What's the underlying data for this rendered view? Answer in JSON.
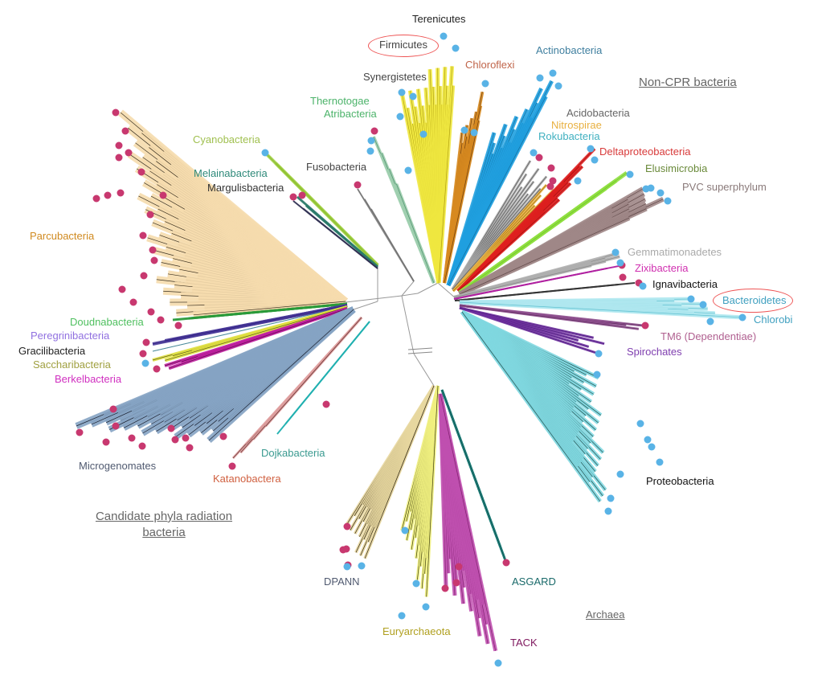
{
  "colors": {
    "cpr_dot": "#c8386f",
    "noncpr_dot": "#59b3e6",
    "backbone": "#999999"
  },
  "section_titles": {
    "non_cpr": "Non-CPR bacteria",
    "cpr": "Candidate phyla radiation bacteria",
    "archaea": "Archaea"
  },
  "labels": [
    {
      "text": "Terenicutes",
      "color": "#222222"
    },
    {
      "text": "Firmicutes",
      "color": "#444444"
    },
    {
      "text": "Chloroflexi",
      "color": "#c0654a"
    },
    {
      "text": "Actinobacteria",
      "color": "#3f7f9f"
    },
    {
      "text": "Synergistetes",
      "color": "#444444"
    },
    {
      "text": "Thernotogae",
      "color": "#4cb36a"
    },
    {
      "text": "Atribacteria",
      "color": "#4cb36a"
    },
    {
      "text": "Acidobacteria",
      "color": "#666666"
    },
    {
      "text": "Nitrospirae",
      "color": "#e8b040"
    },
    {
      "text": "Rokubacteria",
      "color": "#40b0c0"
    },
    {
      "text": "Cyanobacteria",
      "color": "#a0c050"
    },
    {
      "text": "Deltaproteobacteria",
      "color": "#d83a3a"
    },
    {
      "text": "Fusobacteria",
      "color": "#444444"
    },
    {
      "text": "Elusimicrobia",
      "color": "#6a8a3a"
    },
    {
      "text": "Melainabacteria",
      "color": "#2f8a7a"
    },
    {
      "text": "Margulisbacteria",
      "color": "#333333"
    },
    {
      "text": "PVC superphylum",
      "color": "#8a7a7a"
    },
    {
      "text": "Parcubacteria",
      "color": "#d08a20"
    },
    {
      "text": "Gemmatimonadetes",
      "color": "#aaaaaa"
    },
    {
      "text": "Zixibacteria",
      "color": "#d030b0"
    },
    {
      "text": "Ignavibacteria",
      "color": "#111111"
    },
    {
      "text": "Bacteroidetes",
      "color": "#40a0c0"
    },
    {
      "text": "Chlorobi",
      "color": "#40a0c0"
    },
    {
      "text": "Doudnabacteria",
      "color": "#50c060"
    },
    {
      "text": "TM6 (Dependentiae)",
      "color": "#b06090"
    },
    {
      "text": "Peregrinibacteria",
      "color": "#9070e0"
    },
    {
      "text": "Gracilibacteria",
      "color": "#222222"
    },
    {
      "text": "Spirochates",
      "color": "#8040b0"
    },
    {
      "text": "Saccharibacteria",
      "color": "#a0a040"
    },
    {
      "text": "Berkelbacteria",
      "color": "#d030c0"
    },
    {
      "text": "Dojkabacteria",
      "color": "#3a9a90"
    },
    {
      "text": "Microgenomates",
      "color": "#505a70"
    },
    {
      "text": "Katanobactera",
      "color": "#d06040"
    },
    {
      "text": "Proteobacteria",
      "color": "#111111"
    },
    {
      "text": "DPANN",
      "color": "#505a70"
    },
    {
      "text": "ASGARD",
      "color": "#1a6a6a"
    },
    {
      "text": "Euryarchaeota",
      "color": "#b0a020"
    },
    {
      "text": "TACK",
      "color": "#801a60"
    }
  ],
  "clades": [
    {
      "name": "Parcubacteria",
      "fill": "#f6dcae",
      "line": "#3a3020"
    },
    {
      "name": "Doudnabacteria",
      "fill": "#2a9a3a",
      "line": "#2a9a3a"
    },
    {
      "name": "Peregrinibacteria",
      "fill": "#4a3a9a",
      "line": "#302080"
    },
    {
      "name": "Gracilibacteria",
      "fill": "#4a8a9a",
      "line": "#4a8a9a"
    },
    {
      "name": "Saccharibacteria",
      "fill": "#e0e040",
      "line": "#606020"
    },
    {
      "name": "Berkelbacteria",
      "fill": "#c020a0",
      "line": "#601050"
    },
    {
      "name": "Microgenomates",
      "fill": "#86a4c4",
      "line": "#1a2030"
    },
    {
      "name": "Katanobactera",
      "fill": "#e0a0a0",
      "line": "#603030"
    },
    {
      "name": "Dojkabacteria",
      "fill": "#20b0b0",
      "line": "#20b0b0"
    },
    {
      "name": "Cyanobacteria",
      "fill": "#a0d040",
      "line": "#80b030"
    },
    {
      "name": "Melainabacteria",
      "fill": "#2a7a6a",
      "line": "#2a7a6a"
    },
    {
      "name": "Margulisbacteria",
      "fill": "#333355",
      "line": "#333355"
    },
    {
      "name": "Fusobacteria",
      "fill": "#888888",
      "line": "#666666"
    },
    {
      "name": "Thernotogae",
      "fill": "#a0d0b0",
      "line": "#509070"
    },
    {
      "name": "Firmicutes",
      "fill": "#f0e840",
      "line": "#b0a010"
    },
    {
      "name": "Chloroflexi",
      "fill": "#d88a20",
      "line": "#704010"
    },
    {
      "name": "Actinobacteria",
      "fill": "#20a0e0",
      "line": "#1070a0"
    },
    {
      "name": "Acidobacteria",
      "fill": "#aaaaaa",
      "line": "#555555"
    },
    {
      "name": "Nitrospirae",
      "fill": "#e8b040",
      "line": "#a07010"
    },
    {
      "name": "Deltaproteobacteria",
      "fill": "#e02020",
      "line": "#a01010"
    },
    {
      "name": "Elusimicrobia",
      "fill": "#90e040",
      "line": "#70c030"
    },
    {
      "name": "PVC",
      "fill": "#a08888",
      "line": "#604848"
    },
    {
      "name": "Gemmatimonadetes",
      "fill": "#b0b0b0",
      "line": "#888888"
    },
    {
      "name": "Zixibacteria",
      "fill": "#b020a0",
      "line": "#b020a0"
    },
    {
      "name": "Ignavibacteria",
      "fill": "#333333",
      "line": "#333333"
    },
    {
      "name": "Bacteroidetes",
      "fill": "#b0e8f0",
      "line": "#60c0d0"
    },
    {
      "name": "TM6",
      "fill": "#905090",
      "line": "#603060"
    },
    {
      "name": "Spirochates",
      "fill": "#7030a0",
      "line": "#502080"
    },
    {
      "name": "Proteobacteria",
      "fill": "#80d8e0",
      "line": "#205050"
    },
    {
      "name": "DPANN",
      "fill": "#e8d8a0",
      "line": "#2a2010"
    },
    {
      "name": "Euryarchaeota",
      "fill": "#f0f080",
      "line": "#404010"
    },
    {
      "name": "TACK",
      "fill": "#c050b0",
      "line": "#802070"
    },
    {
      "name": "ASGARD",
      "fill": "#20807a",
      "line": "#105050"
    }
  ]
}
